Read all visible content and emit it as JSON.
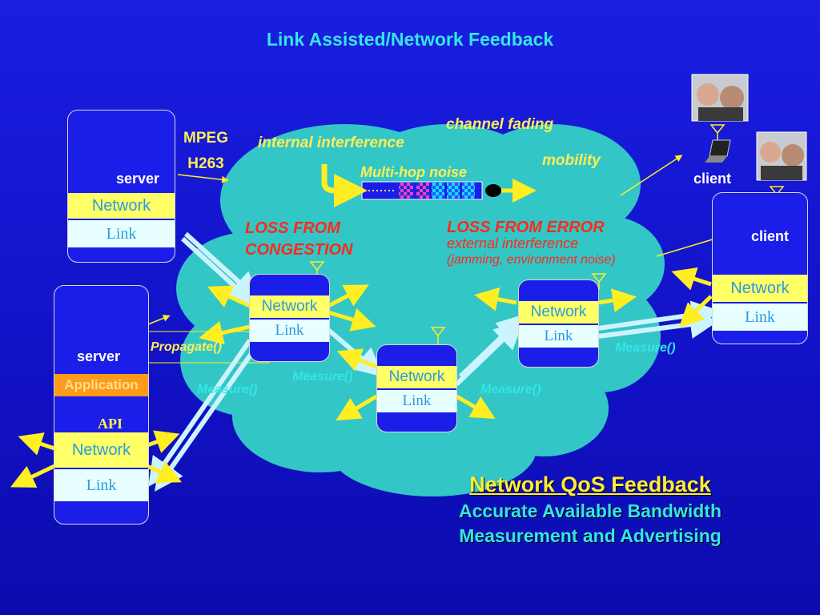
{
  "title": "Link Assisted/Network Feedback",
  "codec": {
    "line1": "MPEG",
    "line2": "H263"
  },
  "top_server": {
    "label": "server",
    "network": "Network",
    "link": "Link"
  },
  "bottom_server": {
    "label": "server",
    "application": "Application",
    "api": "API",
    "network": "Network",
    "link": "Link",
    "propagate": "Propagate()"
  },
  "clients": {
    "top_label": "client",
    "right_label": "client",
    "network": "Network",
    "link": "Link"
  },
  "routers": [
    {
      "network": "Network",
      "link": "Link"
    },
    {
      "network": "Network",
      "link": "Link"
    },
    {
      "network": "Network",
      "link": "Link"
    }
  ],
  "annotations": {
    "channel_fading": "channel fading",
    "internal_interference": "internal interference",
    "mobility": "mobility",
    "multihop_noise": "Multi-hop noise",
    "loss_congestion_1": "LOSS FROM",
    "loss_congestion_2": "CONGESTION",
    "loss_error": "LOSS FROM ERROR",
    "external_interference": "external interference",
    "jamming": "(jamming, environment noise)"
  },
  "measure_labels": [
    "Measure()",
    "Measure()",
    "Measure()",
    "Measure()"
  ],
  "qos": {
    "title": "Network QoS Feedback",
    "line1": "Accurate Available Bandwidth",
    "line2": "Measurement and Advertising"
  },
  "colors": {
    "background": "#1414d0",
    "cloud": "#33c6c6",
    "arrow_yellow": "#ffee22",
    "arrow_cyan": "#ccf4ff",
    "title": "#33e6e6"
  }
}
